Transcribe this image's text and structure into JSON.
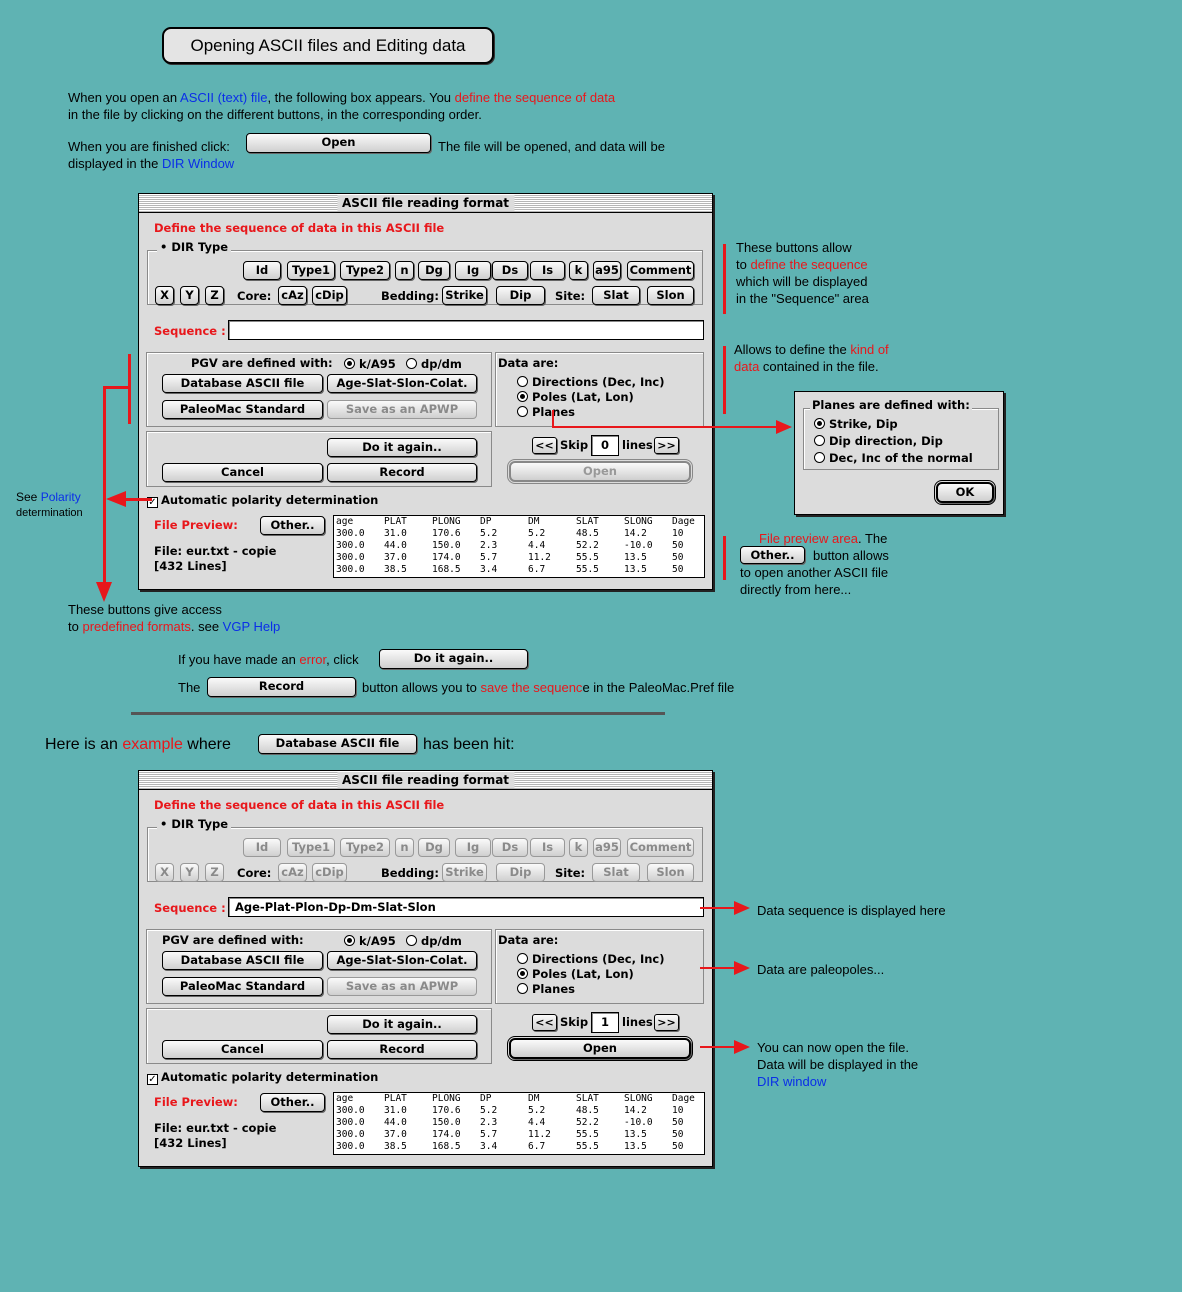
{
  "page_title": "Opening ASCII files and Editing data",
  "intro": {
    "p1_a": "When you open an ",
    "p1_link": "ASCII (text) file",
    "p1_b": ", the following box appears. You ",
    "p1_red": "define the sequence of data",
    "p1_c": "in the file by clicking on the different buttons, in the corresponding order.",
    "p2_a": "When you are finished click:",
    "p2_button": "Open",
    "p2_b": "The file will be opened, and data will be",
    "p2_c": "displayed in the ",
    "p2_link": "DIR Window"
  },
  "dialog": {
    "title": "ASCII file reading format",
    "header": "Define the sequence of data in this ASCII file",
    "dir_type_label": "DIR Type",
    "type_buttons": [
      "Id",
      "Type1",
      "Type2",
      "n",
      "Dg",
      "Ig",
      "Ds",
      "Is",
      "k",
      "a95",
      "Comment"
    ],
    "xyz_buttons": [
      "X",
      "Y",
      "Z"
    ],
    "core_label": "Core:",
    "core_buttons": [
      "cAz",
      "cDip"
    ],
    "bedding_label": "Bedding:",
    "bedding_buttons": [
      "Strike",
      "Dip"
    ],
    "site_label": "Site:",
    "site_buttons": [
      "Slat",
      "Slon"
    ],
    "sequence_label": "Sequence :",
    "pgv_label": "PGV are defined with:",
    "pgv_options": [
      "k/A95",
      "dp/dm"
    ],
    "db_button": "Database ASCII file",
    "age_button": "Age-Slat-Slon-Colat.",
    "paleomac_button": "PaleoMac Standard",
    "apwp_button": "Save as an APWP",
    "data_are_label": "Data are:",
    "data_options": [
      "Directions (Dec, Inc)",
      "Poles (Lat, Lon)",
      "Planes"
    ],
    "do_again_button": "Do it again..",
    "cancel_button": "Cancel",
    "record_button": "Record",
    "skip_prev": "<<",
    "skip_label": "Skip",
    "lines_label": "lines",
    "skip_next": ">>",
    "open_button": "Open",
    "polarity_label": "Automatic polarity determination",
    "file_preview_label": "File Preview:",
    "other_button": "Other..",
    "file_name": "File: eur.txt - copie",
    "file_lines": "[432 Lines]",
    "preview_header": [
      "age",
      "PLAT",
      "PLONG",
      "DP",
      "DM",
      "SLAT",
      "SLONG",
      "Dage"
    ],
    "preview_rows": [
      [
        "300.0",
        "31.0",
        "170.6",
        "5.2",
        "5.2",
        "48.5",
        "14.2",
        "10"
      ],
      [
        "300.0",
        "44.0",
        "150.0",
        "2.3",
        "4.4",
        "52.2",
        "-10.0",
        "50"
      ],
      [
        "300.0",
        "37.0",
        "174.0",
        "5.7",
        "11.2",
        "55.5",
        "13.5",
        "50"
      ],
      [
        "300.0",
        "38.5",
        "168.5",
        "3.4",
        "6.7",
        "55.5",
        "13.5",
        "50"
      ]
    ]
  },
  "dialog1": {
    "sequence_value": "",
    "skip_value": "0"
  },
  "dialog2": {
    "sequence_value": "Age-Plat-Plon-Dp-Dm-Slat-Slon",
    "skip_value": "1"
  },
  "notes": {
    "buttons_a": "These buttons allow",
    "buttons_b": "to ",
    "buttons_red": "define the sequence",
    "buttons_c": "which will be displayed",
    "buttons_d": "in the \"Sequence\" area",
    "kind_a": "Allows to define the ",
    "kind_red1": "kind of",
    "kind_red2": "data",
    "kind_b": " contained in the file.",
    "polarity_a": "See ",
    "polarity_link": "Polarity",
    "polarity_b": "determination",
    "preview_red": "File preview area",
    "preview_a": ". The",
    "preview_button": "Other..",
    "preview_b": "button allows",
    "preview_c": "to open another ASCII file",
    "preview_d": "directly from here...",
    "formats_a": "These buttons give access",
    "formats_b": "to ",
    "formats_red": "predefined formats",
    "formats_c": ". see ",
    "formats_link": "VGP Help",
    "error_a": "If you have made an ",
    "error_red": "error",
    "error_b": ", click",
    "error_button": "Do it again..",
    "record_a": "The",
    "record_button": "Record",
    "record_b": "button allows you to ",
    "record_red": "save the sequenc",
    "record_c": "e in the PaleoMac.Pref file",
    "example_a": "Here is an ",
    "example_red": "example",
    "example_b": " where",
    "example_button": "Database ASCII file",
    "example_c": "has been hit:",
    "seq_note": "Data sequence is displayed here",
    "poles_note": "Data are paleopoles...",
    "open_note_a": "You can now open the file.",
    "open_note_b": "Data will be displayed in the",
    "open_note_link": "DIR window"
  },
  "planes_dialog": {
    "label": "Planes are defined with:",
    "options": [
      "Strike, Dip",
      "Dip direction, Dip",
      "Dec, Inc of the normal"
    ],
    "ok_button": "OK"
  },
  "colors": {
    "background": "#5fb3b3",
    "accent_red": "#e8171b",
    "link_blue": "#0a2ee8"
  }
}
